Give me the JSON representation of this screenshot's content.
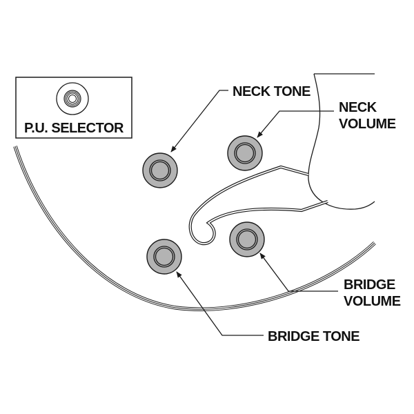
{
  "diagram": {
    "title": "Hollow body guitar control layout",
    "selector": {
      "label": "P.U. SELECTOR",
      "icon": "toggle-switch-icon"
    },
    "controls": [
      {
        "id": "neck-tone",
        "label_lines": [
          "NECK TONE"
        ],
        "icon": "knob-icon"
      },
      {
        "id": "neck-volume",
        "label_lines": [
          "NECK",
          "VOLUME"
        ],
        "icon": "knob-icon"
      },
      {
        "id": "bridge-tone",
        "label_lines": [
          "BRIDGE TONE"
        ],
        "icon": "knob-icon"
      },
      {
        "id": "bridge-volume",
        "label_lines": [
          "BRIDGE",
          "VOLUME"
        ],
        "icon": "knob-icon"
      }
    ],
    "colors": {
      "knob_fill": "#b3b3b3",
      "outline": "#1a1a1a",
      "text": "#111111",
      "background": "#ffffff"
    }
  }
}
